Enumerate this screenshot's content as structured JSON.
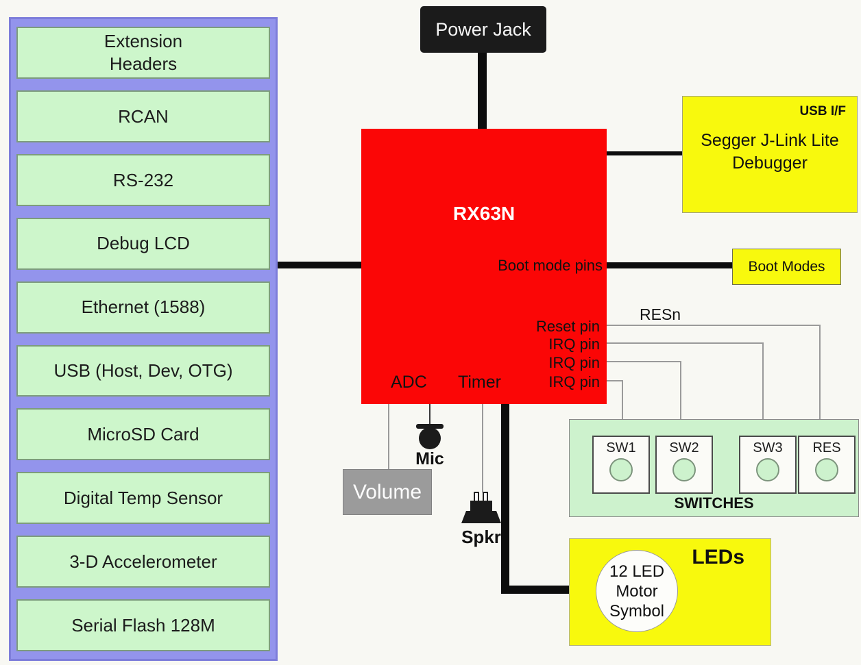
{
  "sidebar": {
    "items": [
      {
        "label": "Extension\nHeaders"
      },
      {
        "label": "RCAN"
      },
      {
        "label": "RS-232"
      },
      {
        "label": "Debug LCD"
      },
      {
        "label": "Ethernet (1588)"
      },
      {
        "label": "USB (Host, Dev, OTG)"
      },
      {
        "label": "MicroSD Card"
      },
      {
        "label": "Digital Temp Sensor"
      },
      {
        "label": "3-D Accelerometer"
      },
      {
        "label": "Serial Flash 128M"
      }
    ]
  },
  "power_jack": {
    "label": "Power Jack"
  },
  "mcu": {
    "label": "RX63N",
    "pins": {
      "boot": "Boot mode pins",
      "reset": "Reset pin",
      "irq1": "IRQ pin",
      "irq2": "IRQ pin",
      "irq3": "IRQ pin",
      "adc": "ADC",
      "timer": "Timer"
    }
  },
  "debugger": {
    "tag": "USB I/F",
    "label": "Segger J-Link Lite\nDebugger"
  },
  "boot_modes": {
    "label": "Boot Modes"
  },
  "resn": {
    "label": "RESn"
  },
  "volume": {
    "label": "Volume"
  },
  "mic": {
    "label": "Mic"
  },
  "speaker": {
    "label": "Spkr"
  },
  "switches": {
    "title": "SWITCHES",
    "buttons": [
      {
        "label": "SW1"
      },
      {
        "label": "SW2"
      },
      {
        "label": "SW3"
      },
      {
        "label": "RES"
      }
    ]
  },
  "leds": {
    "title": "LEDs",
    "circle_text": "12 LED\nMotor\nSymbol"
  },
  "colors": {
    "mcu_red": "#fb0606",
    "yellow": "#f8f90d",
    "sidebar_purple": "#9394ec",
    "pale_green": "#cdf6cb",
    "switch_green": "#cdf2cd",
    "black_box": "#1b1b1b",
    "volume_gray": "#9b9b9b",
    "wire_black": "#0d0d0d",
    "wire_gray": "#9a9a9a"
  }
}
